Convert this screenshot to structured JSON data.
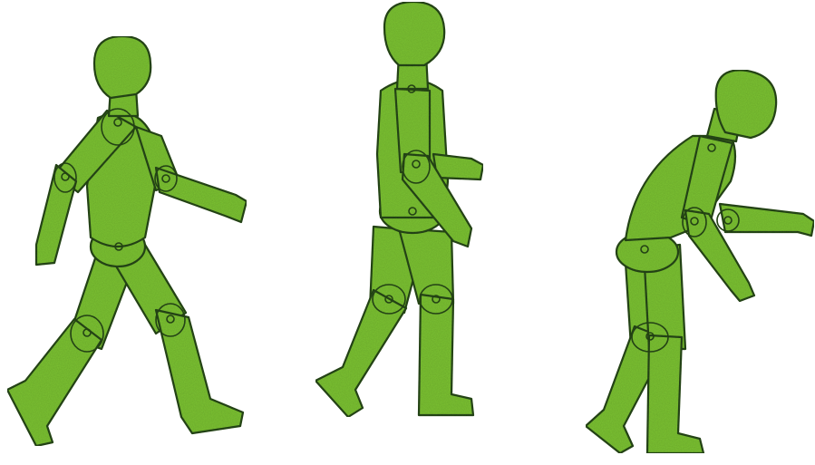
{
  "colors": {
    "background": "#ffffff",
    "body_fill": "#7cc232",
    "outline": "#1f3a12"
  },
  "figures": [
    {
      "pose": "walking"
    },
    {
      "pose": "upright-step"
    },
    {
      "pose": "hunched-reaching"
    }
  ]
}
